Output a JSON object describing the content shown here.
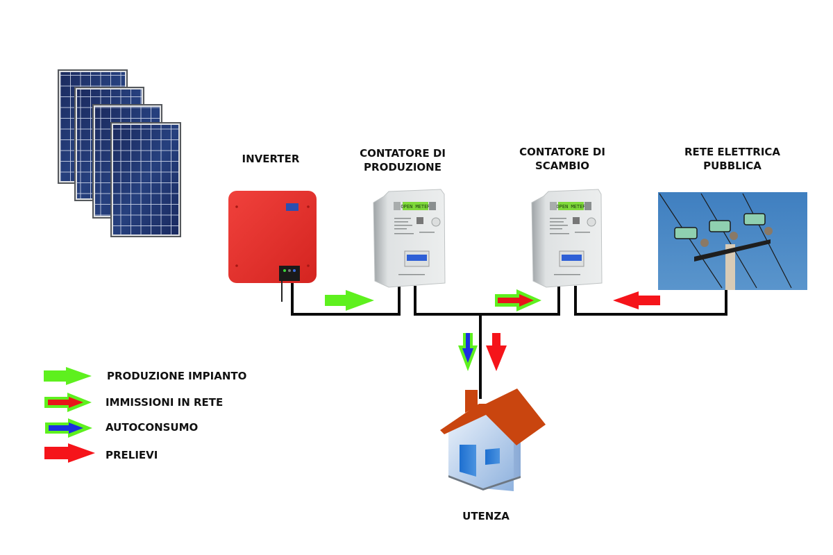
{
  "diagram": {
    "components": {
      "solar_panels": {
        "label": ""
      },
      "inverter": {
        "label": "INVERTER"
      },
      "production_meter": {
        "label_line1": "CONTATORE DI",
        "label_line2": "PRODUZIONE",
        "display_text": "OPEN METER"
      },
      "exchange_meter": {
        "label_line1": "CONTATORE DI",
        "label_line2": "SCAMBIO",
        "display_text": "OPEN METER"
      },
      "public_grid": {
        "label_line1": "RETE ELETTRICA",
        "label_line2": "PUBBLICA"
      },
      "user": {
        "label": "UTENZA"
      }
    },
    "flows": [
      {
        "id": "inverter-to-production-meter",
        "type": "produzione-impianto",
        "direction": "right"
      },
      {
        "id": "to-exchange-meter",
        "type": "immissioni-in-rete",
        "direction": "right"
      },
      {
        "id": "from-grid",
        "type": "prelievi",
        "direction": "left"
      },
      {
        "id": "to-house-autoconsumo",
        "type": "autoconsumo",
        "direction": "down"
      },
      {
        "id": "to-house-prelievi",
        "type": "prelievi",
        "direction": "down"
      }
    ],
    "legend": [
      {
        "key": "produzione-impianto",
        "label": "PRODUZIONE IMPIANTO",
        "outer_color": "#5ef01e",
        "inner_color": null
      },
      {
        "key": "immissioni-in-rete",
        "label": "IMMISSIONI IN RETE",
        "outer_color": "#5ef01e",
        "inner_color": "#e8141a"
      },
      {
        "key": "autoconsumo",
        "label": "AUTOCONSUMO",
        "outer_color": "#5ef01e",
        "inner_color": "#1a2fe0"
      },
      {
        "key": "prelievi",
        "label": "PRELIEVI",
        "outer_color": "#f5141a",
        "inner_color": null
      }
    ],
    "colors": {
      "green": "#5ef01e",
      "red": "#f5141a",
      "blue": "#1a2fe0",
      "wire": "#0a0a0a",
      "inverter_body": "#e8322e",
      "roof": "#c9450f",
      "sky": "#4a86c2"
    }
  }
}
